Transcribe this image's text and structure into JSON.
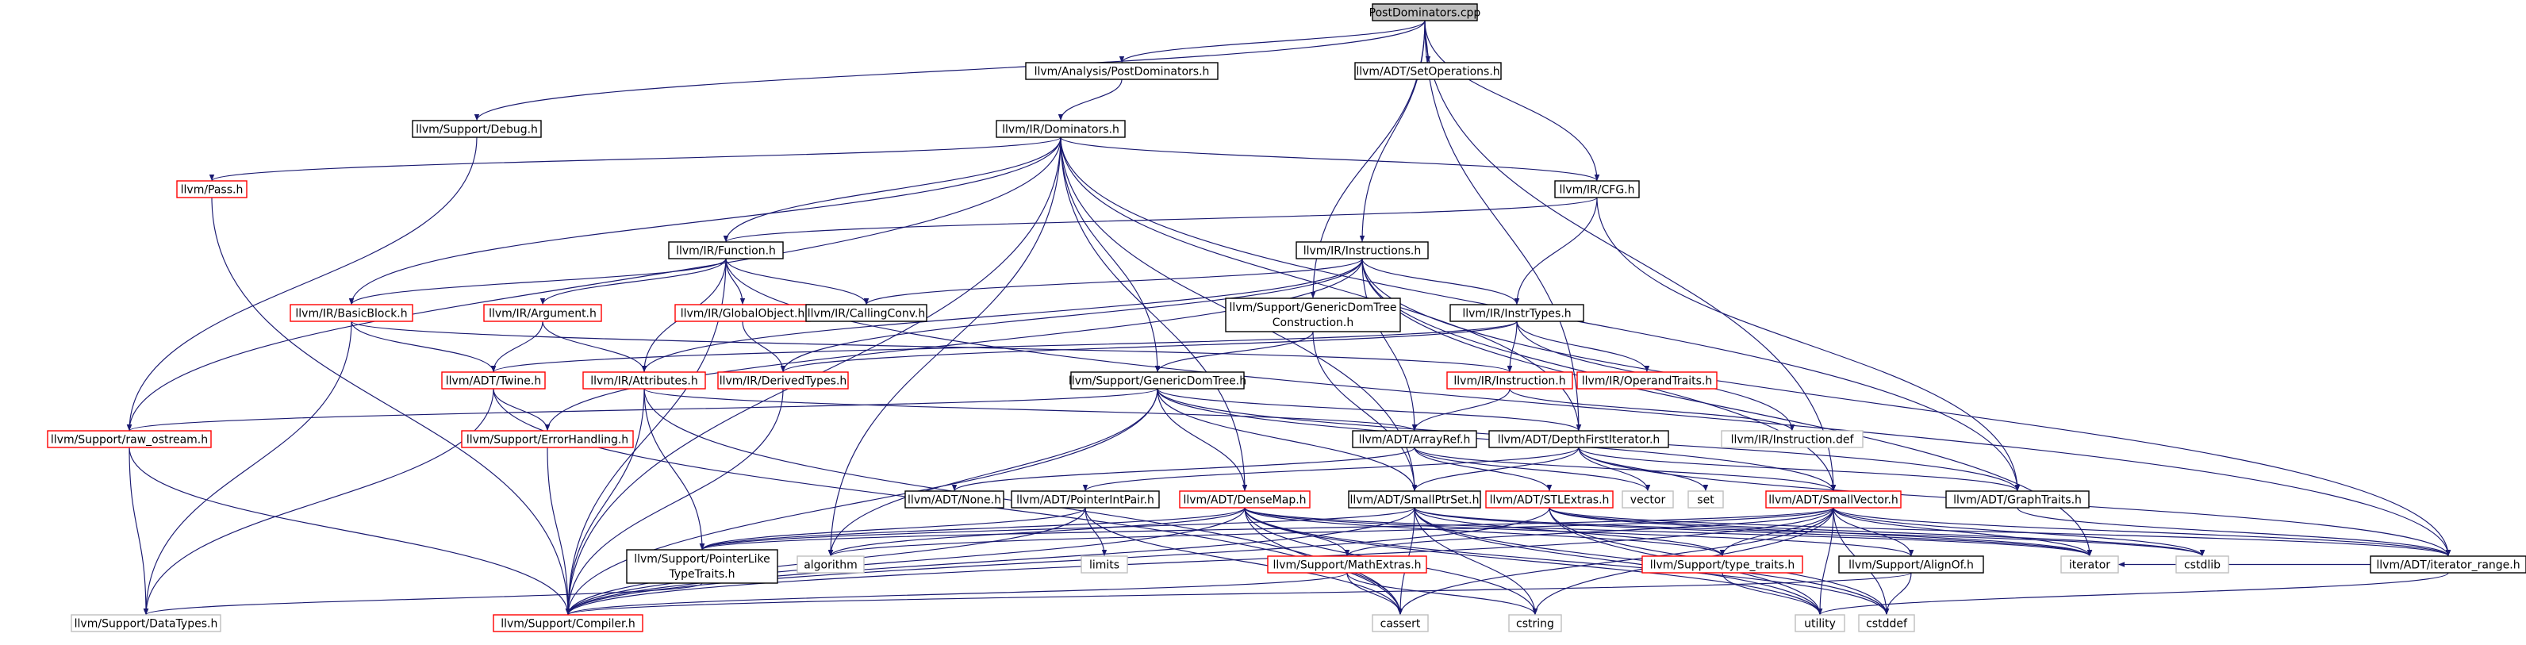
{
  "graph": {
    "nodes": [
      {
        "id": "postdom_cpp",
        "label": "PostDominators.cpp",
        "kind": "root"
      },
      {
        "id": "analysis_postdom",
        "label": "llvm/Analysis/PostDominators.h",
        "kind": "normal"
      },
      {
        "id": "adt_setops",
        "label": "llvm/ADT/SetOperations.h",
        "kind": "normal"
      },
      {
        "id": "support_debug",
        "label": "llvm/Support/Debug.h",
        "kind": "normal"
      },
      {
        "id": "ir_dominators",
        "label": "llvm/IR/Dominators.h",
        "kind": "normal"
      },
      {
        "id": "ir_pass",
        "label": "llvm/Pass.h",
        "kind": "red"
      },
      {
        "id": "ir_cfg",
        "label": "llvm/IR/CFG.h",
        "kind": "normal"
      },
      {
        "id": "ir_function",
        "label": "llvm/IR/Function.h",
        "kind": "normal"
      },
      {
        "id": "ir_instructions",
        "label": "llvm/IR/Instructions.h",
        "kind": "normal"
      },
      {
        "id": "ir_basicblock",
        "label": "llvm/IR/BasicBlock.h",
        "kind": "red"
      },
      {
        "id": "ir_argument",
        "label": "llvm/IR/Argument.h",
        "kind": "red"
      },
      {
        "id": "ir_globalobject",
        "label": "llvm/IR/GlobalObject.h",
        "kind": "red"
      },
      {
        "id": "ir_callingconv",
        "label": "llvm/IR/CallingConv.h",
        "kind": "normal"
      },
      {
        "id": "support_gdtc",
        "label": "llvm/Support/GenericDomTree",
        "label2": "Construction.h",
        "kind": "normal"
      },
      {
        "id": "ir_instrtypes",
        "label": "llvm/IR/InstrTypes.h",
        "kind": "normal"
      },
      {
        "id": "adt_twine",
        "label": "llvm/ADT/Twine.h",
        "kind": "red"
      },
      {
        "id": "ir_attributes",
        "label": "llvm/IR/Attributes.h",
        "kind": "red"
      },
      {
        "id": "ir_derivedtypes",
        "label": "llvm/IR/DerivedTypes.h",
        "kind": "red"
      },
      {
        "id": "support_gdt",
        "label": "llvm/Support/GenericDomTree.h",
        "kind": "normal"
      },
      {
        "id": "ir_instruction",
        "label": "llvm/IR/Instruction.h",
        "kind": "red"
      },
      {
        "id": "ir_operandtraits",
        "label": "llvm/IR/OperandTraits.h",
        "kind": "red"
      },
      {
        "id": "support_rawostream",
        "label": "llvm/Support/raw_ostream.h",
        "kind": "red"
      },
      {
        "id": "support_errorhandling",
        "label": "llvm/Support/ErrorHandling.h",
        "kind": "red"
      },
      {
        "id": "adt_arrayref",
        "label": "llvm/ADT/ArrayRef.h",
        "kind": "normal"
      },
      {
        "id": "adt_dfi",
        "label": "llvm/ADT/DepthFirstIterator.h",
        "kind": "normal"
      },
      {
        "id": "ir_instruction_def",
        "label": "llvm/IR/Instruction.def",
        "kind": "gray"
      },
      {
        "id": "adt_none",
        "label": "llvm/ADT/None.h",
        "kind": "normal"
      },
      {
        "id": "adt_pip",
        "label": "llvm/ADT/PointerIntPair.h",
        "kind": "normal"
      },
      {
        "id": "adt_densemap",
        "label": "llvm/ADT/DenseMap.h",
        "kind": "red"
      },
      {
        "id": "adt_smallptrset",
        "label": "llvm/ADT/SmallPtrSet.h",
        "kind": "normal"
      },
      {
        "id": "adt_stlextras",
        "label": "llvm/ADT/STLExtras.h",
        "kind": "red"
      },
      {
        "id": "std_vector",
        "label": "vector",
        "kind": "gray"
      },
      {
        "id": "std_set",
        "label": "set",
        "kind": "gray"
      },
      {
        "id": "adt_smallvector",
        "label": "llvm/ADT/SmallVector.h",
        "kind": "red"
      },
      {
        "id": "adt_graphtraits",
        "label": "llvm/ADT/GraphTraits.h",
        "kind": "normal"
      },
      {
        "id": "support_pltt",
        "label": "llvm/Support/PointerLike",
        "label2": "TypeTraits.h",
        "kind": "normal"
      },
      {
        "id": "std_limits",
        "label": "limits",
        "kind": "gray"
      },
      {
        "id": "std_algorithm",
        "label": "algorithm",
        "kind": "gray"
      },
      {
        "id": "support_mathextras",
        "label": "llvm/Support/MathExtras.h",
        "kind": "red"
      },
      {
        "id": "support_typetraits",
        "label": "llvm/Support/type_traits.h",
        "kind": "red"
      },
      {
        "id": "support_alignof",
        "label": "llvm/Support/AlignOf.h",
        "kind": "normal"
      },
      {
        "id": "std_iterator",
        "label": "iterator",
        "kind": "gray"
      },
      {
        "id": "std_cstdlib",
        "label": "cstdlib",
        "kind": "gray"
      },
      {
        "id": "adt_iterrange",
        "label": "llvm/ADT/iterator_range.h",
        "kind": "normal"
      },
      {
        "id": "support_datatypes",
        "label": "llvm/Support/DataTypes.h",
        "kind": "gray"
      },
      {
        "id": "support_compiler",
        "label": "llvm/Support/Compiler.h",
        "kind": "red"
      },
      {
        "id": "std_cassert",
        "label": "cassert",
        "kind": "gray"
      },
      {
        "id": "std_cstring",
        "label": "cstring",
        "kind": "gray"
      },
      {
        "id": "std_utility",
        "label": "utility",
        "kind": "gray"
      },
      {
        "id": "std_cstddef",
        "label": "cstddef",
        "kind": "gray"
      }
    ],
    "edges": [
      [
        "postdom_cpp",
        "analysis_postdom"
      ],
      [
        "postdom_cpp",
        "adt_setops"
      ],
      [
        "postdom_cpp",
        "support_debug"
      ],
      [
        "postdom_cpp",
        "ir_cfg"
      ],
      [
        "postdom_cpp",
        "ir_instructions"
      ],
      [
        "postdom_cpp",
        "support_gdtc"
      ],
      [
        "postdom_cpp",
        "adt_dfi"
      ],
      [
        "postdom_cpp",
        "adt_smallvector"
      ],
      [
        "analysis_postdom",
        "ir_dominators"
      ],
      [
        "support_debug",
        "support_rawostream"
      ],
      [
        "ir_dominators",
        "ir_pass"
      ],
      [
        "ir_dominators",
        "ir_cfg"
      ],
      [
        "ir_dominators",
        "ir_function"
      ],
      [
        "ir_dominators",
        "ir_basicblock"
      ],
      [
        "ir_dominators",
        "support_gdt"
      ],
      [
        "ir_dominators",
        "adt_densemap"
      ],
      [
        "ir_dominators",
        "adt_smallptrset"
      ],
      [
        "ir_dominators",
        "std_algorithm"
      ],
      [
        "ir_dominators",
        "support_rawostream"
      ],
      [
        "ir_dominators",
        "support_compiler"
      ],
      [
        "ir_dominators",
        "adt_graphtraits"
      ],
      [
        "ir_dominators",
        "adt_dfi"
      ],
      [
        "ir_pass",
        "support_compiler"
      ],
      [
        "ir_cfg",
        "ir_function"
      ],
      [
        "ir_cfg",
        "ir_instrtypes"
      ],
      [
        "ir_cfg",
        "adt_graphtraits"
      ],
      [
        "ir_function",
        "ir_basicblock"
      ],
      [
        "ir_function",
        "ir_argument"
      ],
      [
        "ir_function",
        "ir_globalobject"
      ],
      [
        "ir_function",
        "ir_callingconv"
      ],
      [
        "ir_function",
        "ir_attributes"
      ],
      [
        "ir_function",
        "support_compiler"
      ],
      [
        "ir_function",
        "adt_iterrange"
      ],
      [
        "ir_instructions",
        "ir_callingconv"
      ],
      [
        "ir_instructions",
        "ir_instrtypes"
      ],
      [
        "ir_instructions",
        "ir_attributes"
      ],
      [
        "ir_instructions",
        "ir_derivedtypes"
      ],
      [
        "ir_instructions",
        "adt_arrayref"
      ],
      [
        "ir_instructions",
        "support_errorhandling"
      ],
      [
        "ir_instructions",
        "adt_smallvector"
      ],
      [
        "ir_instructions",
        "adt_iterrange"
      ],
      [
        "ir_instructions",
        "std_iterator"
      ],
      [
        "ir_basicblock",
        "adt_twine"
      ],
      [
        "ir_basicblock",
        "support_datatypes"
      ],
      [
        "ir_basicblock",
        "ir_instruction"
      ],
      [
        "ir_argument",
        "adt_twine"
      ],
      [
        "ir_argument",
        "ir_attributes"
      ],
      [
        "ir_globalobject",
        "ir_derivedtypes"
      ],
      [
        "support_gdtc",
        "support_gdt"
      ],
      [
        "support_gdtc",
        "adt_smallptrset"
      ],
      [
        "ir_instrtypes",
        "ir_instruction"
      ],
      [
        "ir_instrtypes",
        "ir_operandtraits"
      ],
      [
        "ir_instrtypes",
        "adt_twine"
      ],
      [
        "ir_instrtypes",
        "ir_derivedtypes"
      ],
      [
        "ir_instrtypes",
        "ir_instruction_def"
      ],
      [
        "adt_twine",
        "support_errorhandling"
      ],
      [
        "adt_twine",
        "support_datatypes"
      ],
      [
        "adt_twine",
        "std_cassert"
      ],
      [
        "ir_attributes",
        "support_pltt"
      ],
      [
        "ir_attributes",
        "support_compiler"
      ],
      [
        "ir_attributes",
        "adt_arrayref"
      ],
      [
        "ir_attributes",
        "std_cassert"
      ],
      [
        "ir_derivedtypes",
        "support_compiler"
      ],
      [
        "ir_instruction",
        "adt_arrayref"
      ],
      [
        "ir_instruction",
        "ir_instruction_def"
      ],
      [
        "support_gdt",
        "adt_densemap"
      ],
      [
        "support_gdt",
        "adt_smallptrset"
      ],
      [
        "support_gdt",
        "adt_dfi"
      ],
      [
        "support_gdt",
        "adt_graphtraits"
      ],
      [
        "support_gdt",
        "adt_smallvector"
      ],
      [
        "support_gdt",
        "support_rawostream"
      ],
      [
        "support_gdt",
        "support_compiler"
      ],
      [
        "support_gdt",
        "std_algorithm"
      ],
      [
        "support_rawostream",
        "support_datatypes"
      ],
      [
        "support_rawostream",
        "support_compiler"
      ],
      [
        "support_errorhandling",
        "support_compiler"
      ],
      [
        "adt_arrayref",
        "adt_none"
      ],
      [
        "adt_arrayref",
        "adt_smallvector"
      ],
      [
        "adt_arrayref",
        "adt_stlextras"
      ],
      [
        "adt_arrayref",
        "std_vector"
      ],
      [
        "adt_dfi",
        "adt_smallptrset"
      ],
      [
        "adt_dfi",
        "adt_graphtraits"
      ],
      [
        "adt_dfi",
        "adt_iterrange"
      ],
      [
        "adt_dfi",
        "std_set"
      ],
      [
        "adt_dfi",
        "std_vector"
      ],
      [
        "adt_dfi",
        "adt_pip"
      ],
      [
        "adt_pip",
        "support_pltt"
      ],
      [
        "adt_pip",
        "std_limits"
      ],
      [
        "adt_pip",
        "std_cassert"
      ],
      [
        "adt_pip",
        "support_compiler"
      ],
      [
        "adt_densemap",
        "support_pltt"
      ],
      [
        "adt_densemap",
        "support_mathextras"
      ],
      [
        "adt_densemap",
        "support_typetraits"
      ],
      [
        "adt_densemap",
        "support_alignof"
      ],
      [
        "adt_densemap",
        "std_algorithm"
      ],
      [
        "adt_densemap",
        "std_iterator"
      ],
      [
        "adt_densemap",
        "std_cassert"
      ],
      [
        "adt_densemap",
        "std_cstring"
      ],
      [
        "adt_densemap",
        "std_utility"
      ],
      [
        "adt_densemap",
        "std_cstddef"
      ],
      [
        "adt_densemap",
        "support_compiler"
      ],
      [
        "adt_smallptrset",
        "support_pltt"
      ],
      [
        "adt_smallptrset",
        "std_cassert"
      ],
      [
        "adt_smallptrset",
        "std_cstring"
      ],
      [
        "adt_smallptrset",
        "std_iterator"
      ],
      [
        "adt_smallptrset",
        "support_compiler"
      ],
      [
        "adt_smallptrset",
        "std_cstdlib"
      ],
      [
        "adt_smallptrset",
        "std_cstddef"
      ],
      [
        "adt_smallptrset",
        "std_utility"
      ],
      [
        "adt_smallptrset",
        "support_typetraits"
      ],
      [
        "adt_stlextras",
        "adt_iterrange"
      ],
      [
        "adt_stlextras",
        "std_utility"
      ],
      [
        "adt_stlextras",
        "support_compiler"
      ],
      [
        "adt_stlextras",
        "std_cstddef"
      ],
      [
        "adt_stlextras",
        "std_iterator"
      ],
      [
        "adt_stlextras",
        "std_cstdlib"
      ],
      [
        "adt_smallvector",
        "adt_iterrange"
      ],
      [
        "adt_smallvector",
        "support_alignof"
      ],
      [
        "adt_smallvector",
        "support_mathextras"
      ],
      [
        "adt_smallvector",
        "support_typetraits"
      ],
      [
        "adt_smallvector",
        "std_algorithm"
      ],
      [
        "adt_smallvector",
        "std_cassert"
      ],
      [
        "adt_smallvector",
        "std_cstddef"
      ],
      [
        "adt_smallvector",
        "std_cstdlib"
      ],
      [
        "adt_smallvector",
        "std_cstring"
      ],
      [
        "adt_smallvector",
        "std_iterator"
      ],
      [
        "adt_smallvector",
        "std_utility"
      ],
      [
        "adt_smallvector",
        "support_compiler"
      ],
      [
        "adt_smallvector",
        "support_pltt"
      ],
      [
        "adt_graphtraits",
        "adt_iterrange"
      ],
      [
        "support_pltt",
        "support_datatypes"
      ],
      [
        "support_mathextras",
        "support_compiler"
      ],
      [
        "support_mathextras",
        "std_cassert"
      ],
      [
        "support_mathextras",
        "std_cstring"
      ],
      [
        "support_typetraits",
        "std_utility"
      ],
      [
        "support_alignof",
        "support_compiler"
      ],
      [
        "support_alignof",
        "std_cstddef"
      ],
      [
        "adt_iterrange",
        "std_utility"
      ],
      [
        "adt_iterrange",
        "std_iterator"
      ]
    ]
  },
  "colors": {
    "edge": "#191970",
    "normal_border": "#000000",
    "red_border": "#ff0000",
    "gray_border": "#bfbfbf",
    "root_fill": "#bfbfbf",
    "node_fill": "#ffffff",
    "text": "#000000"
  }
}
